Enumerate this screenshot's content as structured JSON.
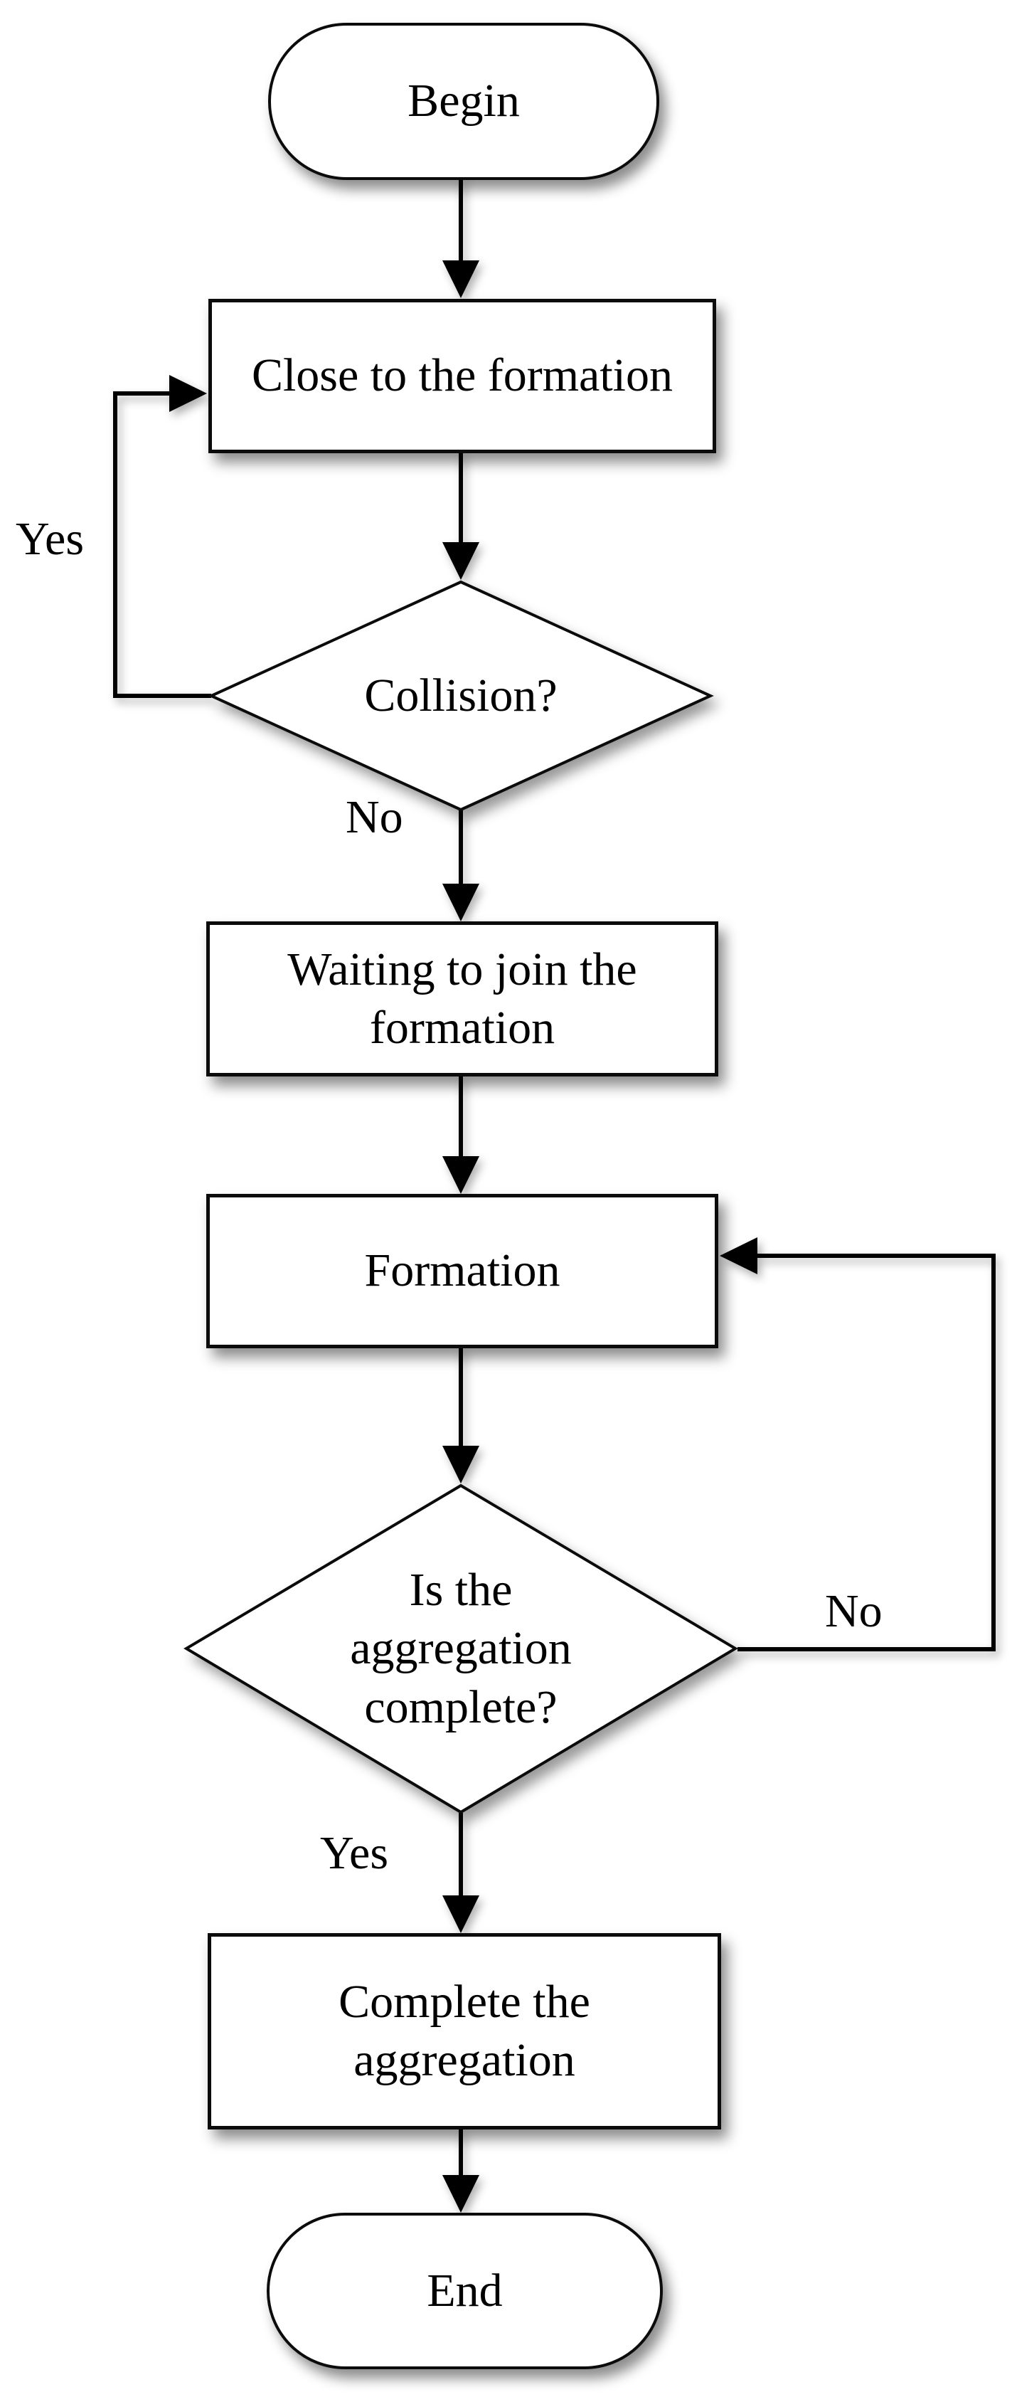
{
  "flowchart": {
    "colors": {
      "shape_fill": "#ffffff",
      "shape_stroke": "#000000",
      "text": "#000000",
      "background": "#ffffff"
    },
    "nodes": {
      "begin": {
        "type": "terminator",
        "label": "Begin"
      },
      "close_formation": {
        "type": "process",
        "label": "Close to the formation"
      },
      "collision": {
        "type": "decision",
        "label": "Collision?"
      },
      "waiting_join": {
        "type": "process",
        "label": "Waiting to join the\nformation"
      },
      "formation": {
        "type": "process",
        "label": "Formation"
      },
      "aggregation_check": {
        "type": "decision",
        "label": "Is the\naggregation\ncomplete?"
      },
      "complete_aggregation": {
        "type": "process",
        "label": "Complete the\naggregation"
      },
      "end": {
        "type": "terminator",
        "label": "End"
      }
    },
    "edge_labels": {
      "collision_yes": "Yes",
      "collision_no": "No",
      "aggregation_no": "No",
      "aggregation_yes": "Yes"
    }
  }
}
